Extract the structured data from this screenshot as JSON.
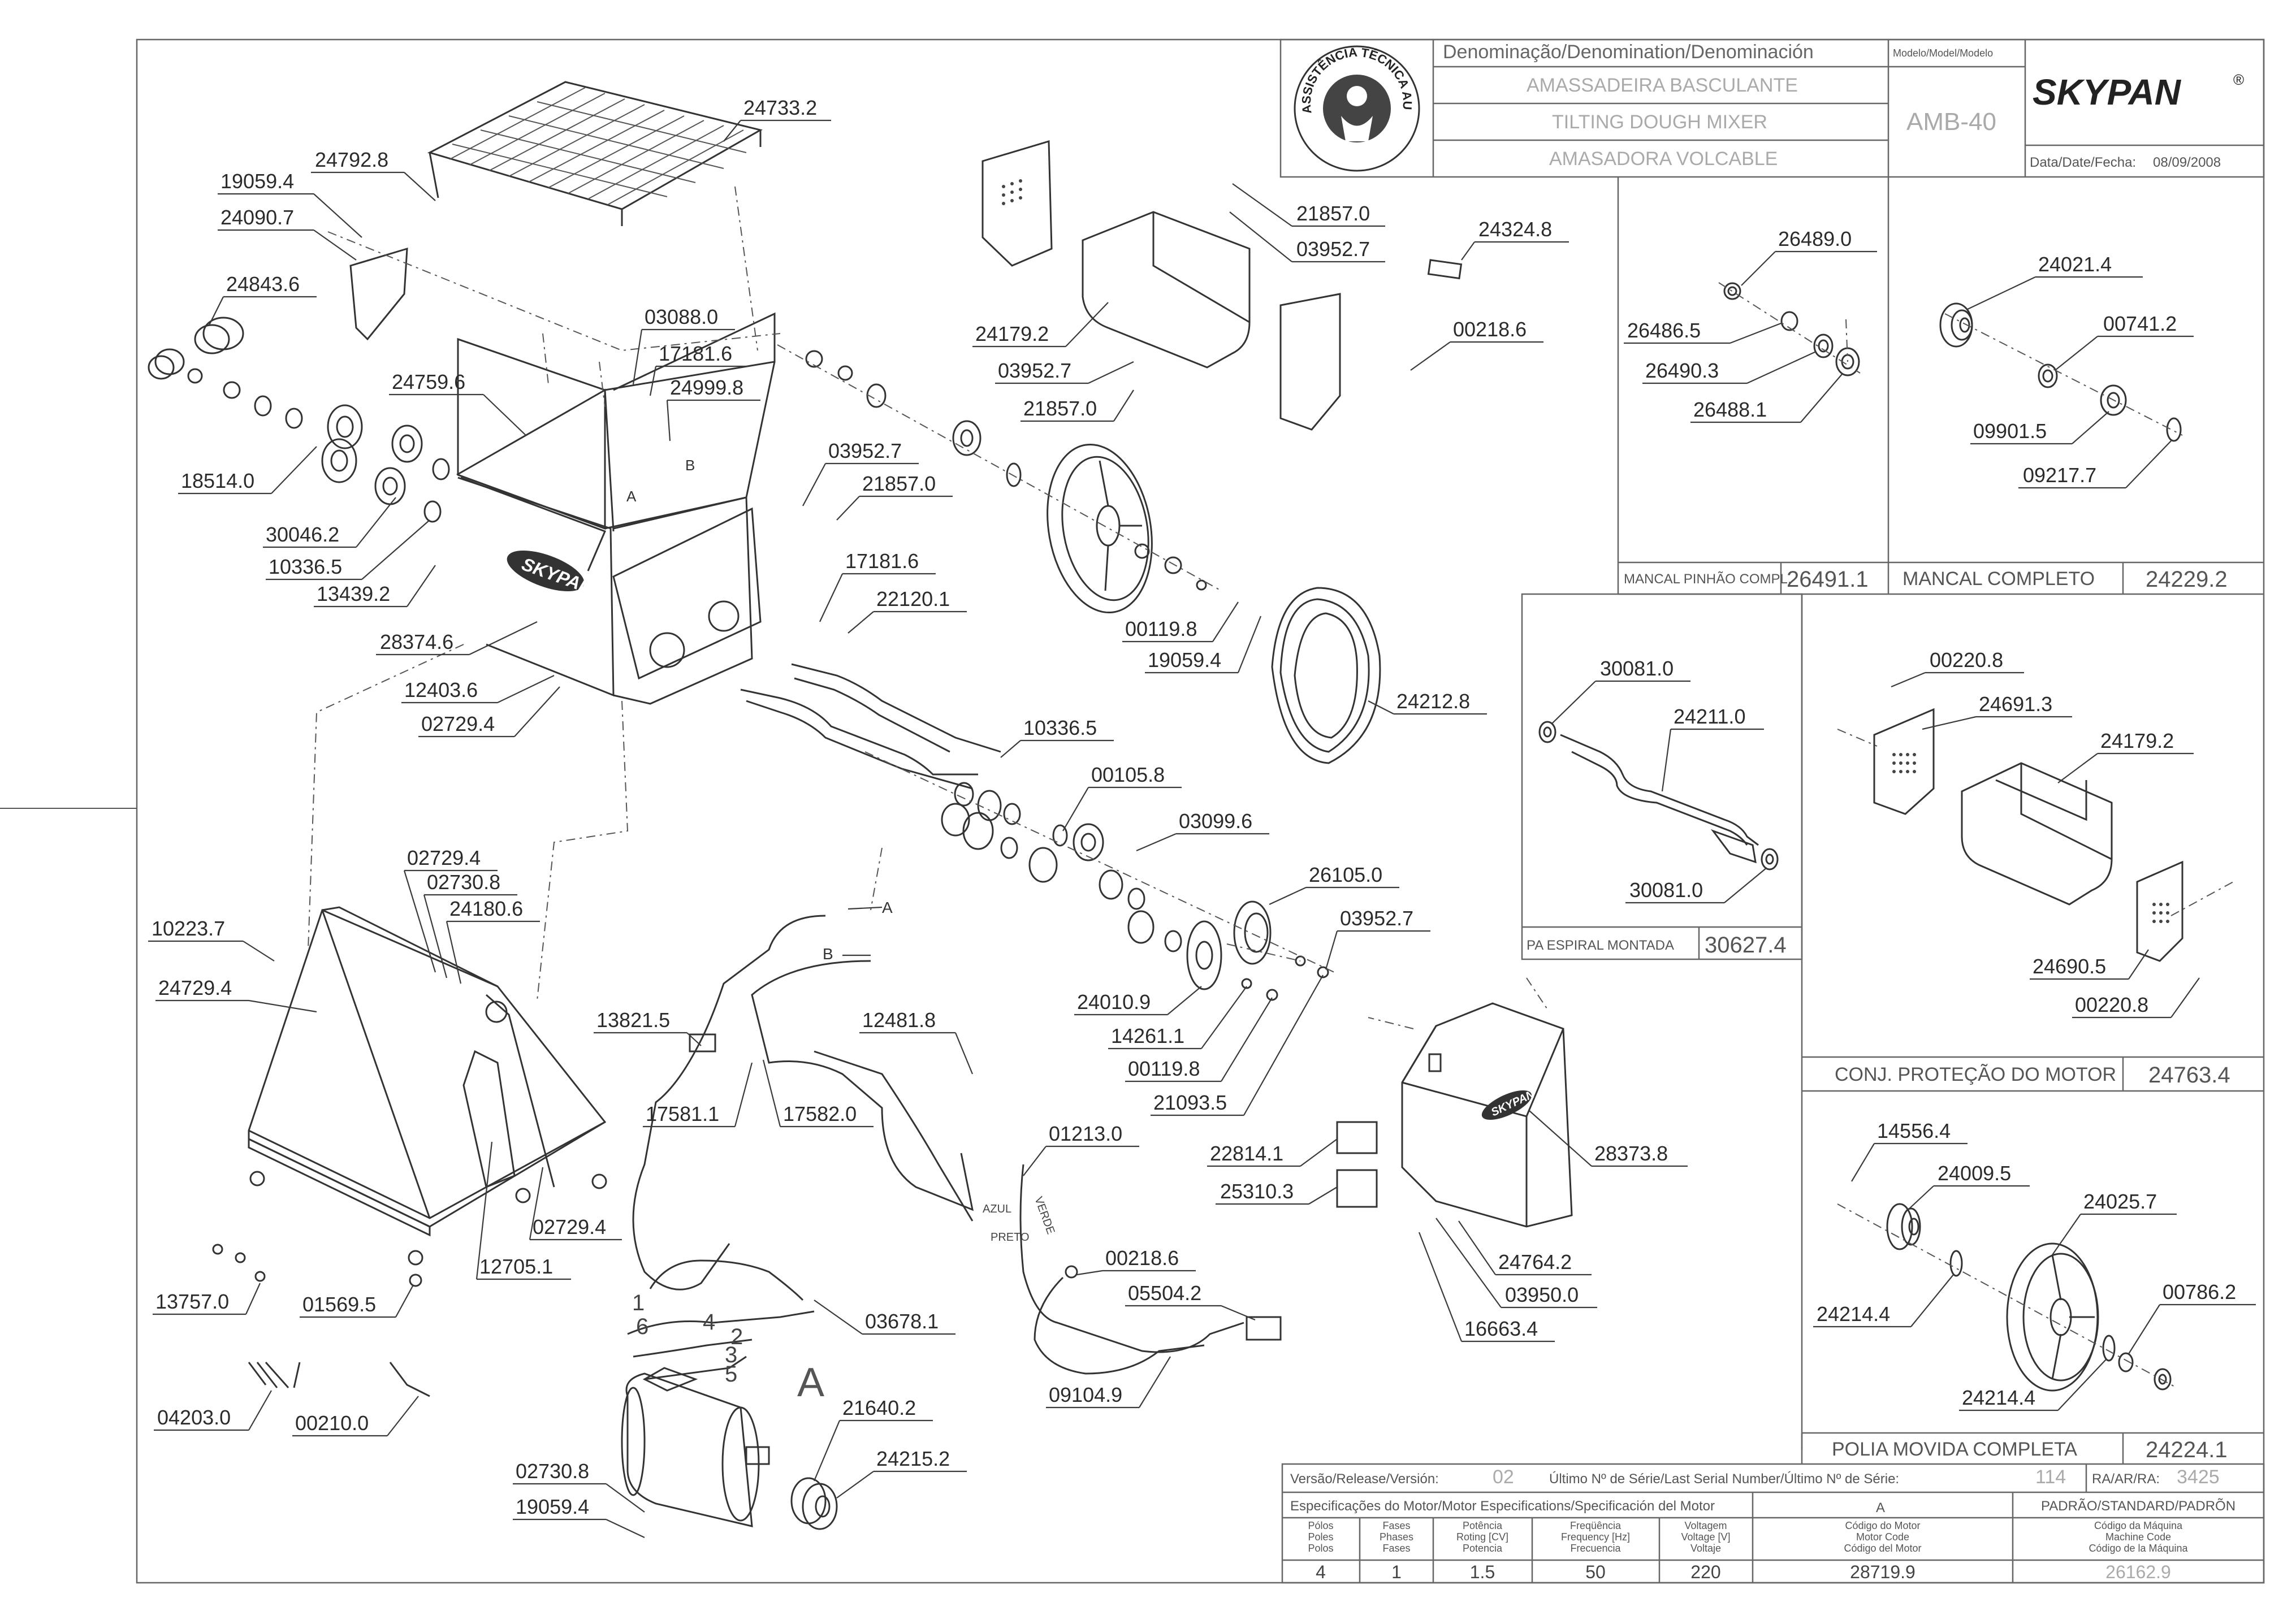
{
  "title_block": {
    "denomination_header": "Denominação/Denomination/Denominación",
    "name_pt": "AMASSADEIRA BASCULANTE",
    "name_en": "TILTING DOUGH MIXER",
    "name_es": "AMASADORA VOLCABLE",
    "model_header": "Modelo/Model/Modelo",
    "model": "AMB-40",
    "brand": "SKYPAN",
    "brand_mark": "®",
    "date_label": "Data/Date/Fecha:",
    "date": "08/09/2008",
    "stamp_text": "ASSISTÊNCIA TÉCNICA AUTORIZADA"
  },
  "assemblies": [
    {
      "key": "pinion",
      "label": "MANCAL PINHÃO COMPL.",
      "code": "26491.1",
      "parts": [
        "26489.0",
        "26486.5",
        "26490.3",
        "26488.1"
      ]
    },
    {
      "key": "bearing",
      "label": "MANCAL COMPLETO",
      "code": "24229.2",
      "parts": [
        "24021.4",
        "00741.2",
        "09901.5",
        "09217.7"
      ]
    },
    {
      "key": "spiral",
      "label": "PA ESPIRAL MONTADA",
      "code": "30627.4",
      "parts": [
        "30081.0",
        "24211.0",
        "30081.0"
      ]
    },
    {
      "key": "motor_guard",
      "label": "CONJ. PROTEÇÃO DO MOTOR",
      "code": "24763.4",
      "parts": [
        "00220.8",
        "24691.3",
        "24179.2",
        "24690.5",
        "00220.8"
      ]
    },
    {
      "key": "pulley",
      "label": "POLIA MOVIDA COMPLETA",
      "code": "24224.1",
      "parts": [
        "14556.4",
        "24009.5",
        "24025.7",
        "24214.4",
        "00786.2",
        "24214.4"
      ]
    }
  ],
  "main_callouts": [
    "24733.2",
    "24792.8",
    "19059.4",
    "24090.7",
    "24843.6",
    "24759.6",
    "18514.0",
    "30046.2",
    "10336.5",
    "13439.2",
    "28374.6",
    "12403.6",
    "02729.4",
    "03088.0",
    "17181.6",
    "24999.8",
    "03952.7",
    "21857.0",
    "17181.6",
    "22120.1",
    "00119.8",
    "19059.4",
    "24212.8",
    "24179.2",
    "03952.7",
    "21857.0",
    "21857.0",
    "03952.7",
    "24324.8",
    "00218.6",
    "10336.5",
    "00105.8",
    "03099.6",
    "26105.0",
    "03952.7",
    "24010.9",
    "14261.1",
    "00119.8",
    "21093.5",
    "10223.7",
    "02729.4",
    "02730.8",
    "24180.6",
    "24729.4",
    "13821.5",
    "12481.8",
    "17581.1",
    "17582.0",
    "02729.4",
    "12705.1",
    "13757.0",
    "01569.5",
    "04203.0",
    "00210.0",
    "01213.0",
    "00218.6",
    "05504.2",
    "03678.1",
    "09104.9",
    "21640.2",
    "24215.2",
    "02730.8",
    "19059.4",
    "22814.1",
    "25310.3",
    "28373.8",
    "24764.2",
    "03950.0",
    "16663.4"
  ],
  "wire_labels": {
    "a": "A",
    "b": "B",
    "azul": "AZUL",
    "preto": "PRETO",
    "verde": "VERDE",
    "motor_letter": "A",
    "motor_wires": [
      "1",
      "6",
      "4",
      "2",
      "3",
      "5"
    ]
  },
  "footer": {
    "version_label": "Versão/Release/Versión:",
    "version": "02",
    "serial_label": "Último Nº de Série/Last Serial Number/Último Nº de Série:",
    "serial": "114",
    "ra_label": "RA/AR/RA:",
    "ra": "3425",
    "motor_spec_label": "Especificações do Motor/Motor Especifications/Specificación del Motor",
    "variant": "A",
    "standard": "PADRÃO/STANDARD/PADRÕN",
    "col_poles": [
      "Pólos",
      "Poles",
      "Polos"
    ],
    "col_phases": [
      "Fases",
      "Phases",
      "Fases"
    ],
    "col_power": [
      "Potência",
      "Roting [CV]",
      "Potencia"
    ],
    "col_freq": [
      "Freqüência",
      "Frequency [Hz]",
      "Frecuencia"
    ],
    "col_voltage": [
      "Voltagem",
      "Voltage [V]",
      "Voltaje"
    ],
    "col_motor_code": [
      "Código do Motor",
      "Motor Code",
      "Código del Motor"
    ],
    "col_machine_code": [
      "Código da Máquina",
      "Machine Code",
      "Código de la Máquina"
    ],
    "poles": "4",
    "phases": "1",
    "power": "1.5",
    "frequency": "50",
    "voltage": "220",
    "motor_code": "28719.9",
    "machine_code": "26162.9"
  },
  "colors": {
    "line": "#333333",
    "faded": "#aaaaaa",
    "frame": "#666666"
  }
}
